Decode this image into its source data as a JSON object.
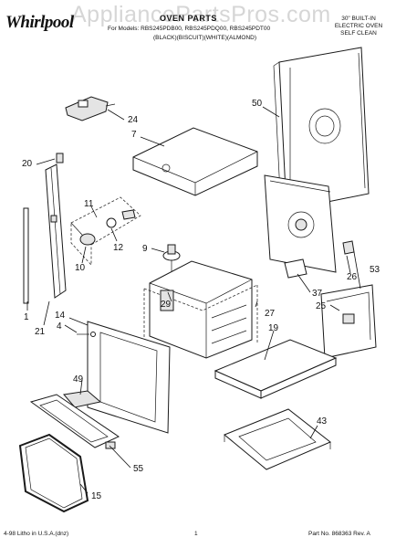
{
  "watermark": "AppliancePartsPros.com",
  "header": {
    "brand": "Whirlpool",
    "title": "OVEN PARTS",
    "models_line": "For Models: RBS245PDB00, RBS245PDQ00, RBS245PDT00",
    "colors_line": "(BLACK)(BISCUIT)(WHITE)(ALMOND)",
    "product_lines": [
      "30\" BUILT-IN",
      "ELECTRIC OVEN",
      "SELF CLEAN"
    ]
  },
  "callouts": [
    "24",
    "50",
    "7",
    "20",
    "11",
    "12",
    "10",
    "9",
    "26",
    "53",
    "1",
    "21",
    "14",
    "4",
    "29",
    "27",
    "37",
    "25",
    "19",
    "49",
    "43",
    "55",
    "15"
  ],
  "footer": {
    "left": "4-98 Litho in U.S.A.(dnz)",
    "page": "1",
    "right": "Part No. 868363 Rev. A"
  }
}
